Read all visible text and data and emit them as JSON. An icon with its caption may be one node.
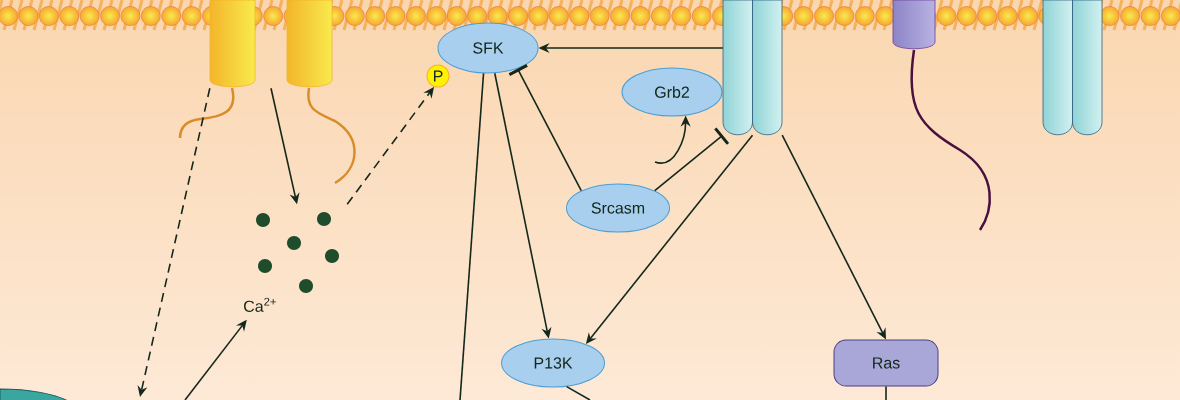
{
  "diagram": {
    "nodes": [
      {
        "text": [
          "SFK"
        ]
      },
      {
        "text": [
          "P"
        ]
      },
      {
        "text": [
          "Grb2"
        ]
      },
      {
        "text": [
          "Srcasm"
        ]
      },
      {
        "text": [
          "P13K"
        ]
      },
      {
        "text": [
          "Ras"
        ]
      },
      {
        "text": [
          "Ca$^{2+}$"
        ]
      },
      {
        "text": [],
        "shape": "picture"
      },
      {
        "text": [],
        "shape": "picture"
      },
      {
        "text": [],
        "shape": "picture"
      },
      {
        "text": [],
        "shape": "picture"
      }
    ],
    "edges": [
      {
        "from": 8,
        "to": 0,
        "arrow": "to"
      },
      {
        "from": 3,
        "to": 0,
        "arrow": "other"
      },
      {
        "from": 3,
        "to": 8,
        "arrow": "other"
      },
      {
        "from": null,
        "to": 2,
        "arrow": "to"
      },
      {
        "from": 0,
        "to": 4,
        "arrow": "to"
      },
      {
        "from": 0,
        "to": null,
        "arrow": "none"
      },
      {
        "from": 8,
        "to": 4,
        "arrow": "to"
      },
      {
        "from": 8,
        "to": 5,
        "arrow": "to"
      },
      {
        "from": 7,
        "to": 6,
        "arrow": "to"
      },
      {
        "from": 6,
        "to": 1,
        "arrow": "to",
        "style": "dashed"
      },
      {
        "from": 7,
        "to": null,
        "arrow": "to",
        "style": "dashed"
      },
      {
        "from": null,
        "to": 6,
        "arrow": "to"
      },
      {
        "from": 4,
        "to": null,
        "arrow": "none"
      },
      {
        "from": 5,
        "to": null,
        "arrow": "none"
      }
    ]
  }
}
